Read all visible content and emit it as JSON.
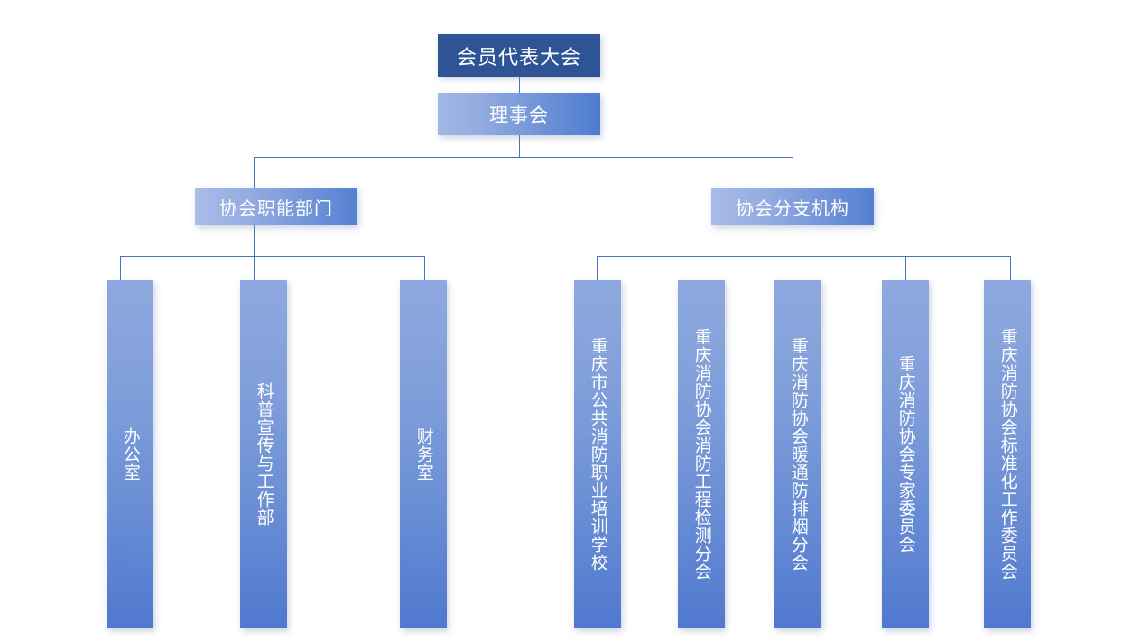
{
  "diagram": {
    "type": "organization-chart",
    "title_text": "",
    "colors": {
      "root_fill": "#2e5496",
      "node_fill_light": "#a3b8e6",
      "node_fill_dark": "#4f7bd0",
      "leaf_top": "#8ea9df",
      "leaf_bottom": "#4f78cf",
      "connector": "#4472c4",
      "text": "#ffffff",
      "background": "#ffffff"
    },
    "levels": {
      "root": {
        "label": "会员代表大会"
      },
      "board": {
        "label": "理事会"
      },
      "categories": [
        {
          "label": "协会职能部门"
        },
        {
          "label": "协会分支机构"
        }
      ],
      "departments": [
        {
          "label": "办公室"
        },
        {
          "label": "科普宣传与工作部"
        },
        {
          "label": "财务室"
        }
      ],
      "branches": [
        {
          "label": "重庆市公共消防职业培训学校"
        },
        {
          "label": "重庆消防协会消防工程检测分会"
        },
        {
          "label": "重庆消防协会暖通防排烟分会"
        },
        {
          "label": "重庆消防协会专家委员会"
        },
        {
          "label": "重庆消防协会标准化工作委员会"
        }
      ]
    }
  }
}
